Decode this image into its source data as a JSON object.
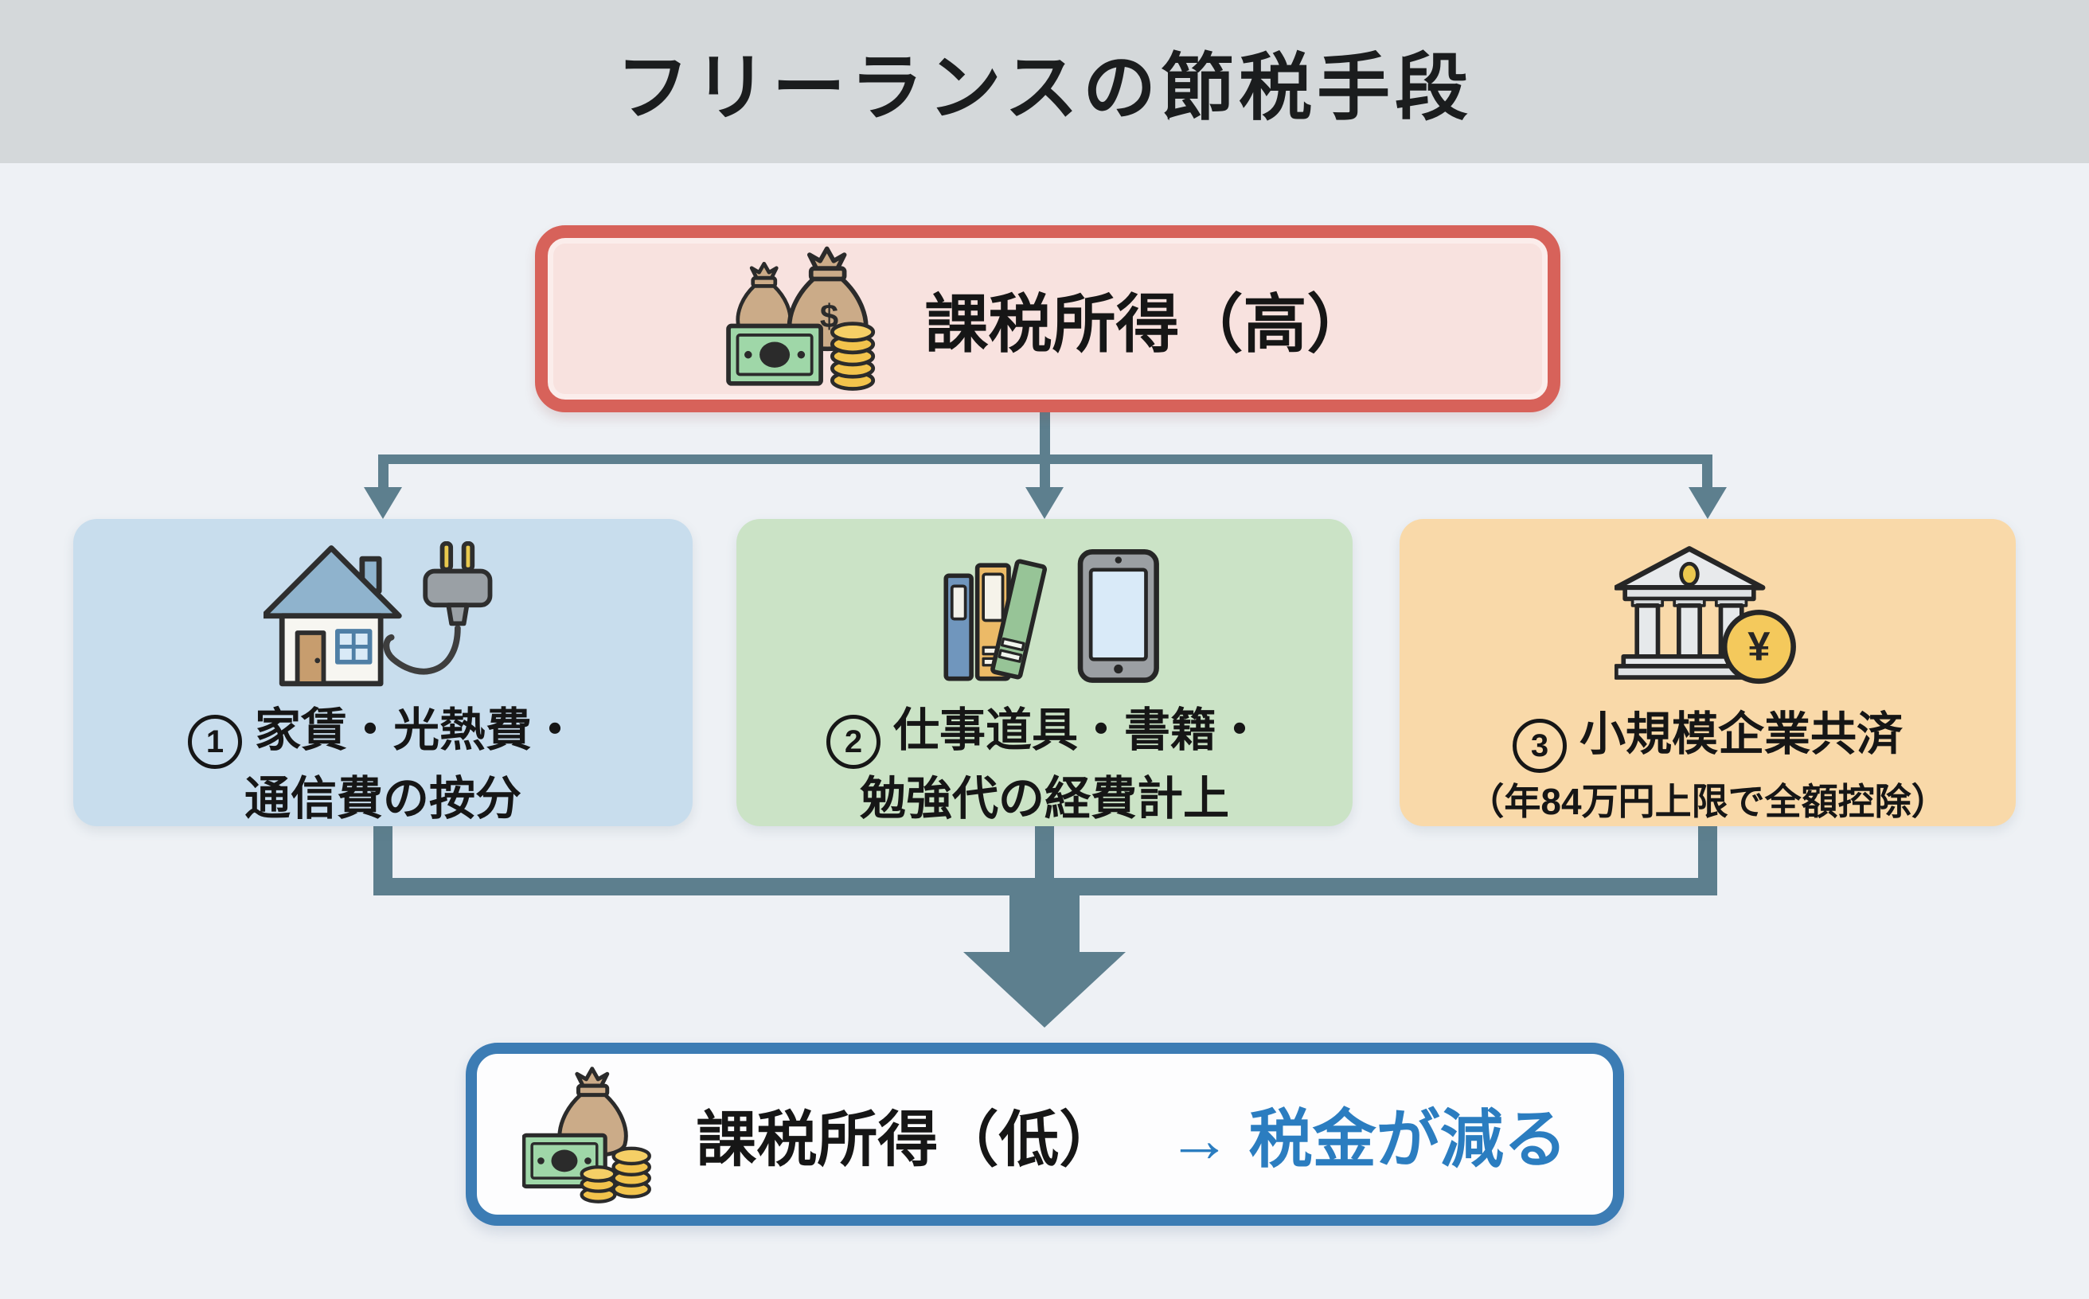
{
  "header": {
    "title": "フリーランスの節税手段"
  },
  "top_box": {
    "label": "課税所得（高）",
    "icon": "money-bags-icon"
  },
  "branches": [
    {
      "number": "1",
      "line1": "家賃・光熱費・",
      "line2": "通信費の按分",
      "icon": "house-plug-icon",
      "fill": "#c8dded"
    },
    {
      "number": "2",
      "line1": "仕事道具・書籍・",
      "line2": "勉強代の経費計上",
      "icon": "books-tablet-icon",
      "fill": "#cbe3c6"
    },
    {
      "number": "3",
      "line1": "小規模企業共済",
      "line2": "（年84万円上限で全額控除）",
      "icon": "bank-yen-icon",
      "fill": "#f9d9a9"
    }
  ],
  "bottom_box": {
    "label": "課税所得（低）",
    "result": "→ 税金が減る",
    "icon": "money-bag-icon"
  },
  "colors": {
    "background": "#eef1f5",
    "title_band": "#d4d8da",
    "text": "#161616",
    "connector": "#5d7f8e",
    "top_box_fill": "#f8e2df",
    "top_box_border": "#d7625a",
    "branch1_fill": "#c8dded",
    "branch2_fill": "#cbe3c6",
    "branch3_fill": "#f9d9a9",
    "bottom_box_border": "#3c7cb4",
    "result_text": "#2b7dc0"
  }
}
